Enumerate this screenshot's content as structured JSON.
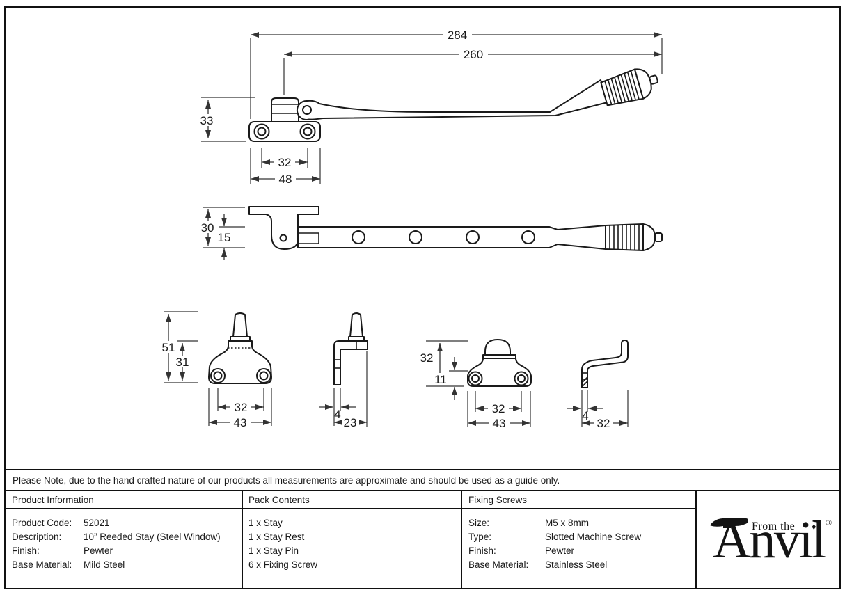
{
  "drawing": {
    "dims": {
      "overall_length": "284",
      "arm_length": "260",
      "fastener_height": "33",
      "base_hole_spacing": "32",
      "base_width": "48",
      "side_overall_height": "30",
      "side_arm_height": "15",
      "pin_total_height": "51",
      "pin_body_height": "31",
      "pin_hole_spacing": "32",
      "pin_base_width": "43",
      "pin_side_thickness": "4",
      "pin_side_depth": "23",
      "rest_height": "32",
      "rest_base_height": "11",
      "rest_hole_spacing": "32",
      "rest_base_width": "43",
      "rest_side_thickness": "4",
      "rest_side_depth": "32"
    }
  },
  "note": {
    "text": "Please Note, due to the hand crafted nature of our products all measurements are approximate and should be used as a guide only."
  },
  "table": {
    "product_information": {
      "title": "Product Information",
      "rows": [
        {
          "label": "Product Code:",
          "value": "52021"
        },
        {
          "label": "Description:",
          "value": "10” Reeded Stay (Steel Window)"
        },
        {
          "label": "Finish:",
          "value": "Pewter"
        },
        {
          "label": "Base Material:",
          "value": "Mild Steel"
        }
      ]
    },
    "pack_contents": {
      "title": "Pack Contents",
      "items": [
        "1 x Stay",
        "1 x Stay Rest",
        "1 x Stay Pin",
        "6 x Fixing Screw"
      ]
    },
    "fixing_screws": {
      "title": "Fixing Screws",
      "rows": [
        {
          "label": "Size:",
          "value": "M5 x 8mm"
        },
        {
          "label": "Type:",
          "value": "Slotted Machine Screw"
        },
        {
          "label": "Finish:",
          "value": "Pewter"
        },
        {
          "label": "Base Material:",
          "value": "Stainless Steel"
        }
      ]
    }
  },
  "logo": {
    "prefix": "From the",
    "name": "Anvil",
    "diamond": "♦",
    "registered": "®"
  },
  "colors": {
    "line": "#1a1a1a",
    "background": "#ffffff"
  }
}
